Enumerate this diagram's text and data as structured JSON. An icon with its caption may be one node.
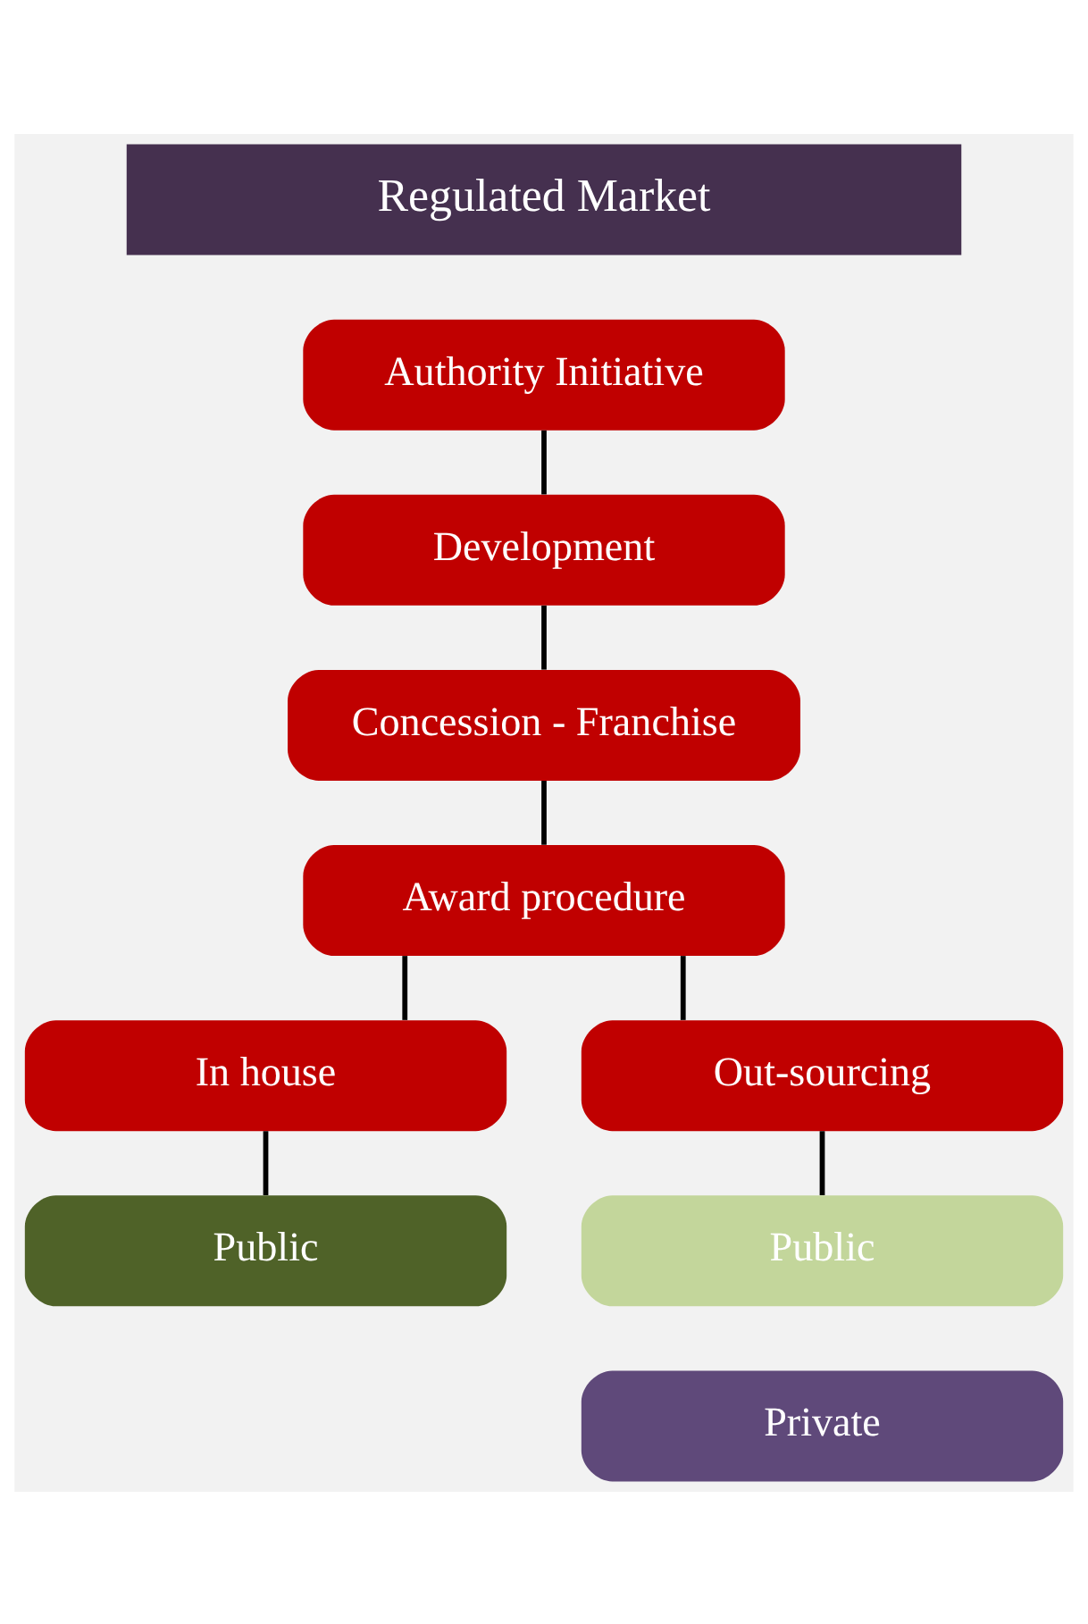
{
  "diagram": {
    "nodes": [
      {
        "text": [
          "Regulated Market"
        ]
      },
      {
        "text": [
          "Authority Initiative"
        ]
      },
      {
        "text": [
          "Development"
        ]
      },
      {
        "text": [
          "Concession - Franchise"
        ]
      },
      {
        "text": [
          "Award procedure"
        ]
      },
      {
        "text": [
          "In house"
        ]
      },
      {
        "text": [
          "Out-sourcing"
        ]
      },
      {
        "text": [
          "Public"
        ]
      },
      {
        "text": [
          "Public"
        ]
      },
      {
        "text": [
          "Private"
        ]
      }
    ],
    "edges": [
      {
        "from": 1,
        "to": 2,
        "arrow": "none"
      },
      {
        "from": 2,
        "to": 3,
        "arrow": "none"
      },
      {
        "from": 3,
        "to": 4,
        "arrow": "none"
      },
      {
        "from": 4,
        "to": 5,
        "arrow": "none"
      },
      {
        "from": 4,
        "to": 6,
        "arrow": "none"
      },
      {
        "from": 5,
        "to": 7,
        "arrow": "none"
      },
      {
        "from": 6,
        "to": 8,
        "arrow": "none"
      }
    ]
  }
}
